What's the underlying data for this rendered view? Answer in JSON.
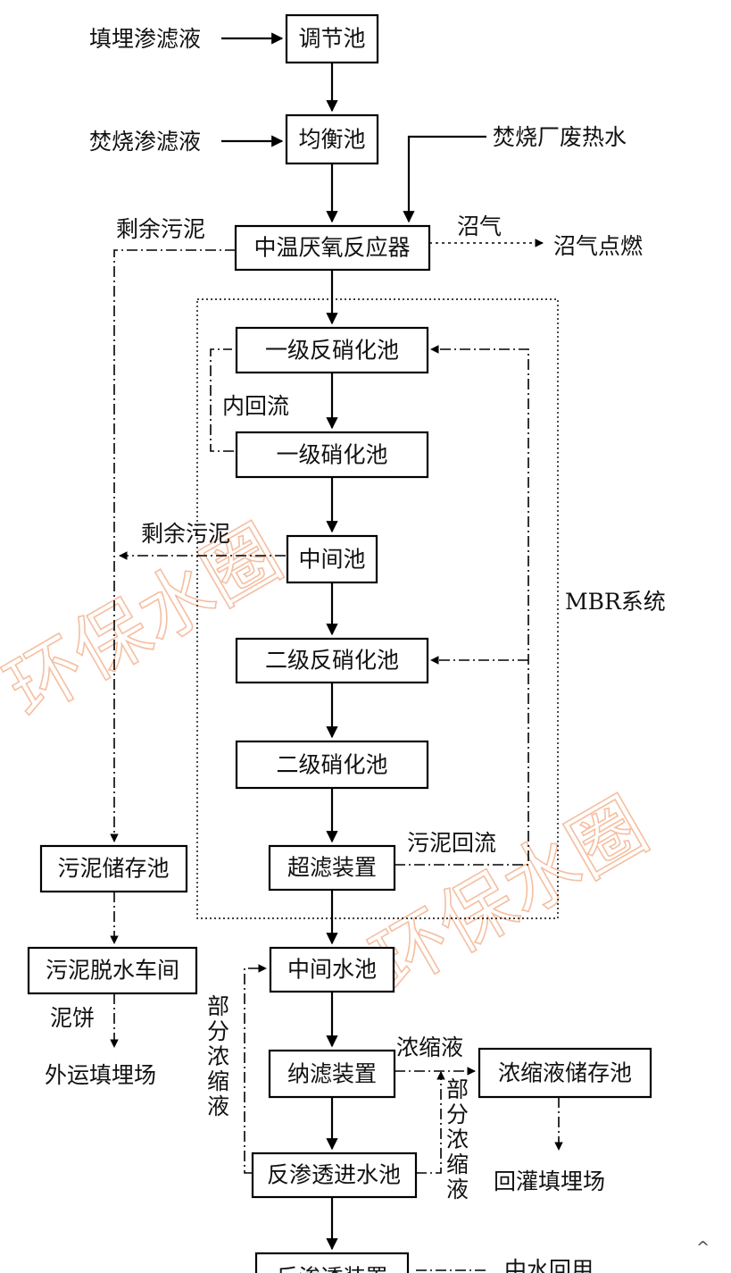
{
  "boxes": {
    "tiaojie": "调节池",
    "junheng": "均衡池",
    "reactor": "中温厌氧反应器",
    "denitri1": "一级反硝化池",
    "nitri1": "一级硝化池",
    "zhongjian": "中间池",
    "denitri2": "二级反硝化池",
    "nitri2": "二级硝化池",
    "uf": "超滤装置",
    "zhongjianshui": "中间水池",
    "nf": "纳滤装置",
    "ro_inlet": "反渗透进水池",
    "ro": "反渗透装置",
    "sludge_store": "污泥储存池",
    "sludge_dewater": "污泥脱水车间",
    "conc_store": "浓缩液储存池"
  },
  "labels": {
    "landfill_leachate": "填埋渗滤液",
    "incin_leachate": "焚烧渗滤液",
    "waste_heat": "焚烧厂废热水",
    "excess_sludge_1": "剩余污泥",
    "biogas": "沼气",
    "biogas_burn": "沼气点燃",
    "internal_reflux": "内回流",
    "excess_sludge_2": "剩余污泥",
    "mbr": "MBR系统",
    "sludge_reflux": "污泥回流",
    "sludge_cake": "泥饼",
    "landfill_out": "外运填埋场",
    "partial_conc_left": "部分浓缩液",
    "partial_conc_right": "部分浓缩液",
    "conc_liquid": "浓缩液",
    "recharge_landfill": "回灌填埋场",
    "reuse": "中水回用"
  },
  "watermarks": [
    "环保水圈",
    "环保水圈"
  ],
  "caret_glyph": "^"
}
